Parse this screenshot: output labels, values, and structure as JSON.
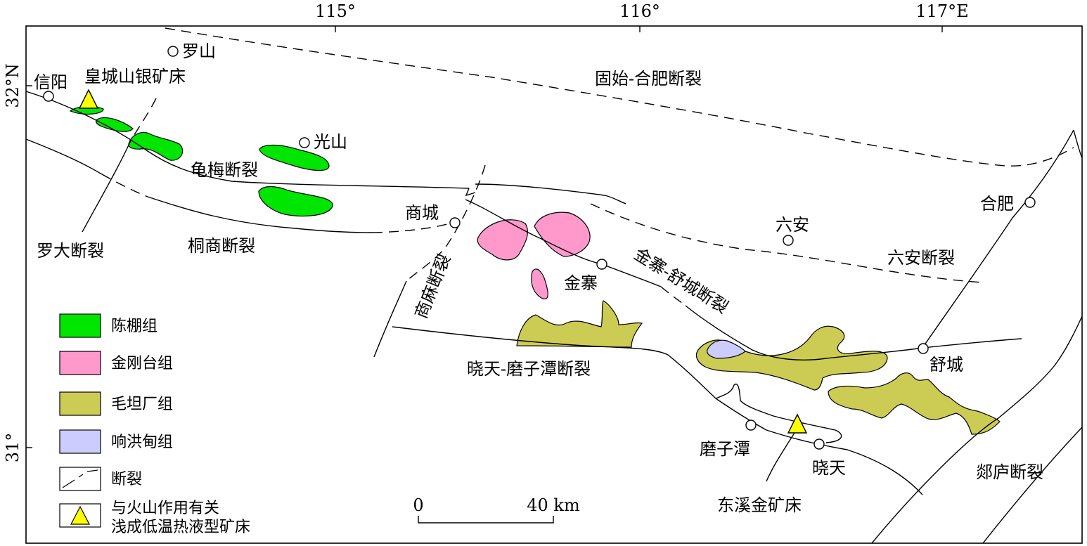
{
  "colors": {
    "chenpeng": "#00e600",
    "jingangtai": "#ff99cc",
    "maotanchang": "#cccc55",
    "xianghongdian": "#ccccff",
    "deposit": "#ffff00"
  },
  "axes": {
    "lon": [
      "115°",
      "116°",
      "117°E"
    ],
    "lat": [
      "32°N",
      "31°"
    ]
  },
  "cities": {
    "xinyang": "信阳",
    "luoshan": "罗山",
    "guangshan": "光山",
    "shangcheng": "商城",
    "jinzhai": "金寨",
    "luan": "六安",
    "hefei": "合肥",
    "shucheng": "舒城",
    "mozitan": "磨子潭",
    "xiaotian": "晓天"
  },
  "faults": {
    "gushi_hefei": "固始-合肥断裂",
    "guimei": "龟梅断裂",
    "luoda": "罗大断裂",
    "tongshang": "桐商断裂",
    "shangma": "商麻断裂",
    "jinzhai_shucheng": "金寨-舒城断裂",
    "luan": "六安断裂",
    "xiaotian_mozitan": "晓天-磨子潭断裂",
    "tanlu": "郯庐断裂"
  },
  "deposits": {
    "huangchengshan": "皇城山银矿床",
    "dongxi": "东溪金矿床"
  },
  "scale": {
    "zero": "0",
    "forty": "40 km"
  },
  "legend": {
    "chenpeng": "陈棚组",
    "jingangtai": "金刚台组",
    "maotanchang": "毛坦厂组",
    "xianghongdian": "响洪甸组",
    "fault": "断裂",
    "deposit_line1": "与火山作用有关",
    "deposit_line2": "浅成低温热液型矿床"
  }
}
